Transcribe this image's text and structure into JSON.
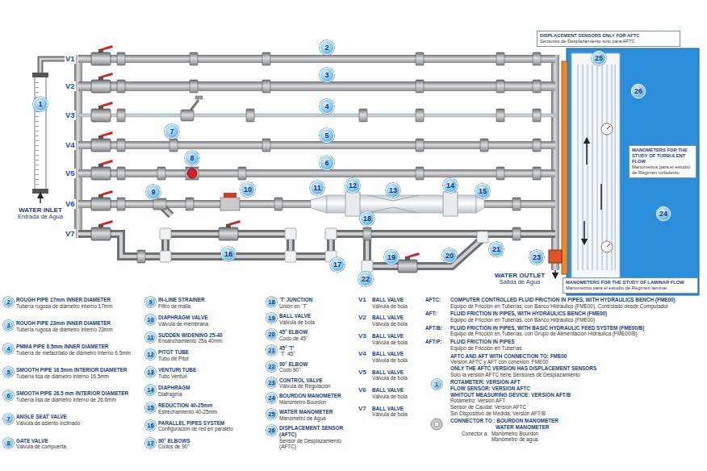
{
  "diagram": {
    "nodes": [
      {
        "text": [
          "DISPLACEMENT SENSORS ONLY FOR AFTC",
          "Sensores de Desplazamiento solo para AFTC"
        ]
      },
      {
        "text": [
          "2"
        ]
      },
      {
        "text": [
          "25"
        ]
      },
      {
        "text": [
          "3"
        ]
      },
      {
        "text": [
          "26"
        ]
      },
      {
        "text": [
          "1"
        ]
      },
      {
        "text": [
          "4"
        ]
      },
      {
        "text": [
          "7"
        ]
      },
      {
        "text": [
          "5"
        ]
      },
      {
        "text": [
          "MANOMETERS FOR THE STUDY OF TURBULENT FLOW",
          "Manómetros para el estudio de Régimen turbulento"
        ]
      },
      {
        "text": [
          "8"
        ]
      },
      {
        "text": [
          "6"
        ]
      },
      {
        "text": [
          "9"
        ]
      },
      {
        "text": [
          "10"
        ]
      },
      {
        "text": [
          "11"
        ]
      },
      {
        "text": [
          "12"
        ]
      },
      {
        "text": [
          "13"
        ]
      },
      {
        "text": [
          "14"
        ]
      },
      {
        "text": [
          "15"
        ]
      },
      {
        "text": [
          "24"
        ]
      },
      {
        "text": [
          "18"
        ]
      },
      {
        "text": [
          "16"
        ]
      },
      {
        "text": [
          "17"
        ]
      },
      {
        "text": [
          "19"
        ]
      },
      {
        "text": [
          "20"
        ]
      },
      {
        "text": [
          "21"
        ]
      },
      {
        "text": [
          "23"
        ]
      },
      {
        "text": [
          "22"
        ]
      },
      {
        "text": [
          "MANOMETERS FOR THE STUDY OF LAMINAR FLOW",
          "Manómetros para el estudio de Régimen laminar"
        ]
      },
      {
        "text": [
          "2"
        ]
      },
      {
        "text": [
          "3"
        ]
      },
      {
        "text": [
          "4"
        ]
      },
      {
        "text": [
          "5"
        ]
      },
      {
        "text": [
          "6"
        ]
      },
      {
        "text": [
          "7"
        ]
      },
      {
        "text": [
          "8"
        ]
      },
      {
        "text": [
          "9"
        ]
      },
      {
        "text": [
          "10"
        ]
      },
      {
        "text": [
          "11"
        ]
      },
      {
        "text": [
          "12"
        ]
      },
      {
        "text": [
          "13"
        ]
      },
      {
        "text": [
          "14"
        ]
      },
      {
        "text": [
          "15"
        ]
      },
      {
        "text": [
          "16"
        ]
      },
      {
        "text": [
          "17"
        ]
      },
      {
        "text": [
          "18"
        ]
      },
      {
        "text": [
          "19"
        ]
      },
      {
        "text": [
          "20"
        ]
      },
      {
        "text": [
          "21"
        ]
      },
      {
        "text": [
          "22"
        ]
      },
      {
        "text": [
          "23"
        ]
      },
      {
        "text": [
          "24"
        ]
      },
      {
        "text": [
          "25"
        ]
      },
      {
        "text": [
          "26"
        ]
      },
      {
        "text": [
          "1"
        ]
      }
    ],
    "labels": [
      "V1",
      "V2",
      "V3",
      "V4",
      "V5",
      "V6",
      "V7",
      "WATER INLET",
      "Entrada de Agua",
      "WATER OUTLET",
      "Salida de Agua",
      "ROUGH PIPE 17mm INNER DIAMETER",
      "Tubería rugosa de diámetro interno 17mm",
      "ROUGH PIPE 23mm INNER DIAMETER",
      "Tubería rugosa de diámetro interno 23mm",
      "PMMA PIPE 6.5mm INNER DIAMETER",
      "Tubería de metacrilato de diámetro interno 6.5mm",
      "SMOOTH PIPE 16.5mm INTERIOR DIAMETER",
      "Tubería lisa de diámetro interno 16.5mm",
      "SMOOTH PIPE 26.5 mm INTERIOR DIAMETER",
      "Tubería lisa de diámetro interno de 26.6mm",
      "ANGLE SEAT VALVE",
      "Válvula de asiento inclinado",
      "GATE VALVE",
      "Válvula de compuerta",
      "IN-LINE STRAINER",
      "Filtro de malla",
      "DIAPHRAGM VALVE",
      "Válvula de membrana",
      "SUDDEN WIDENING 25-40",
      "Ensanchamiento 25a 40mm",
      "PITOT TUBE",
      "Tubo de Pitot",
      "VENTURI TUBE",
      "Tubo Venturi",
      "DIAPHRAGM",
      "Diafragma",
      "REDUCTION 40-25mm",
      "Estrechamiento 40-25mm",
      "PARALLEL PIPES SYSTEM",
      "Configuración de red en paralelo",
      "90° ELBOWS",
      "Codos de 90°",
      "'T' JUNCTION",
      "Unión en ´T´",
      "BALL VALVE",
      "Válvula de bola",
      "45° ELBOW",
      "Codo de 45°",
      "45° 'T'",
      "´T´ 45°",
      "90° ELBOW",
      "Codo 90°",
      "CONTROL VALVE",
      "Válvula de Regulación",
      "BOURDON MANOMETER",
      "Manómetro Bourdon",
      "WATER MANOMETER",
      "Manómetro de Agua",
      "DISPLACEMENT SENSOR (AFTC)",
      "Sensor de Desplazamiento (AFTC)",
      "V1",
      "BALL VALVE",
      "Válvula de bola",
      "V2",
      "BALL VALVE",
      "Válvula de bola",
      "V3",
      "BALL VALVE",
      "Válvula de bola",
      "V4",
      "BALL VALVE",
      "Válvula de bola",
      "V5",
      "BALL VALVE",
      "Válvula de bola",
      "V6",
      "BALL VALVE",
      "Válvula de bola",
      "V7",
      "BALL VALVE",
      "Válvula de bola",
      "AFTC:",
      "COMPUTER CONTROLLED FLUID FRICTION IN PIPES, WITH HYDRAULICS BENCH (FME00)",
      "Equipo de Fricción en Tuberías, con Banco Hidráulico (FME00), Controlado desde Computador",
      "AFT:",
      "FLUID FRICTION IN PIPES, WITH HYDRAULICS BENCH (FME00)",
      "Equipo de Fricción en Tuberías, con Banco Hidráulico (FME00)",
      "AFT/B:",
      "FLUID FRICTION IN PIPES, WITH BASIC HYDRAULIC FEED SYSTEM (FME00/B)",
      "Equipo de Fricción en Tuberías, con Grupo de Alimentación Hidráulica (FME00/B)",
      "AFT/P:",
      "FLUID FRICTION IN PIPES",
      "Equipo de Fricción en Tuberías",
      "AFTC AND AFT WITH CONNECTION TO: FME00",
      "Versión AFTC y AFT con conexión: FME00",
      "ONLY THE AFTC VERSION HAS DISPLACEMENT SENSORS",
      "Solo la versión AFTC tiene Sensores de Desplazamiento",
      "ROTAMETER: VERSION AFT",
      "FLOW SENSOR: VERSION AFTC",
      "WHITOUT MEASURING DEVICE: VERSION AFT/B",
      "Rotámetro: Versión AFT",
      "Sensor de Caudal: Versión AFTC",
      "Sin Dispositivo de Medida: Versión AFT/B",
      "CONNECTOR TO : BOURDON MANOMETER",
      "WATER MANOMETER",
      "Conector a:",
      "Manómetro Bourdon",
      "Manómetro de agua"
    ]
  }
}
